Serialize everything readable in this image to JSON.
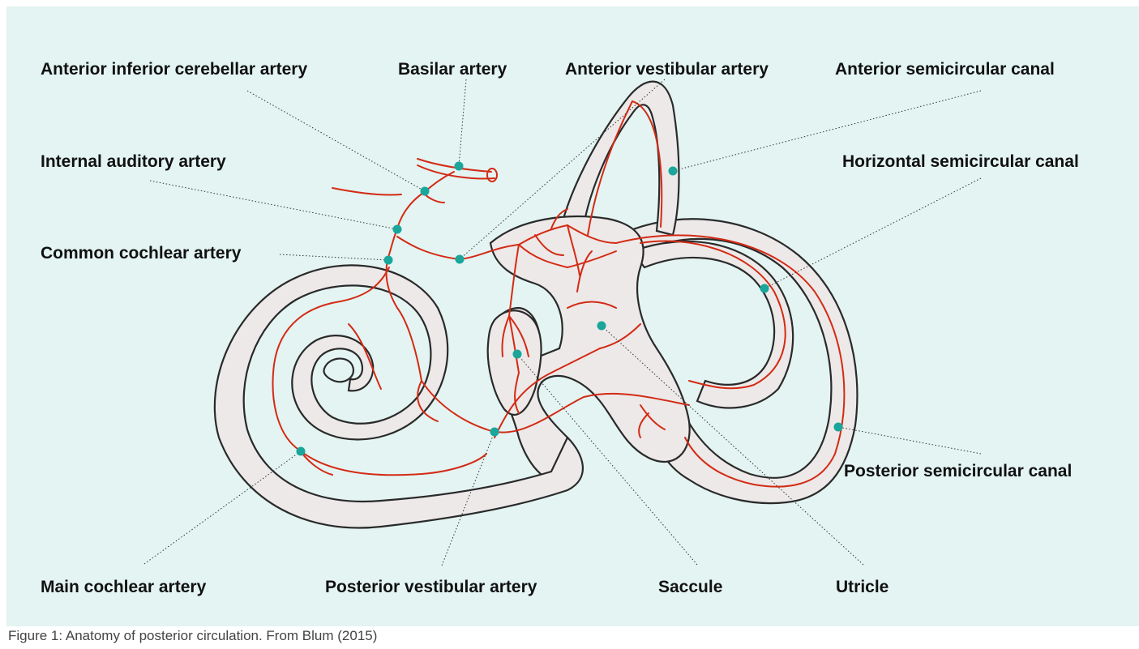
{
  "labels": {
    "anterior_inferior_cerebellar_artery": "Anterior inferior cerebellar artery",
    "basilar_artery": "Basilar artery",
    "anterior_vestibular_artery": "Anterior vestibular artery",
    "anterior_semicircular_canal": "Anterior semicircular canal",
    "internal_auditory_artery": "Internal auditory artery",
    "horizontal_semicircular_canal": "Horizontal semicircular canal",
    "common_cochlear_artery": "Common cochlear artery",
    "posterior_semicircular_canal": "Posterior semicircular canal",
    "main_cochlear_artery": "Main cochlear artery",
    "posterior_vestibular_artery": "Posterior vestibular artery",
    "saccule": "Saccule",
    "utricle": "Utricle"
  },
  "caption": "Figure 1: Anatomy of posterior circulation. From Blum (2015)",
  "colors": {
    "background": "#e3f4f2",
    "structure_fill": "#ece9e8",
    "artery": "#d42a14",
    "marker": "#1aa69a"
  }
}
